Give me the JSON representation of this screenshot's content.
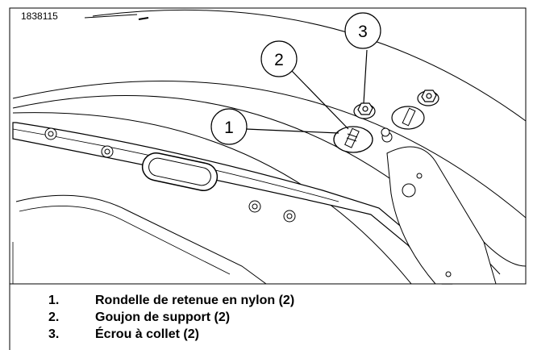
{
  "figure_id": "1838115",
  "callouts": [
    {
      "number": "1",
      "label": "Rondelle de retenue en nylon (2)"
    },
    {
      "number": "2",
      "label": "Goujon de support (2)"
    },
    {
      "number": "3",
      "label": "Écrou à collet (2)"
    }
  ],
  "legend": [
    {
      "number": "1.",
      "text": "Rondelle de retenue en nylon (2)"
    },
    {
      "number": "2.",
      "text": "Goujon de support (2)"
    },
    {
      "number": "3.",
      "text": "Écrou à collet (2)"
    }
  ]
}
